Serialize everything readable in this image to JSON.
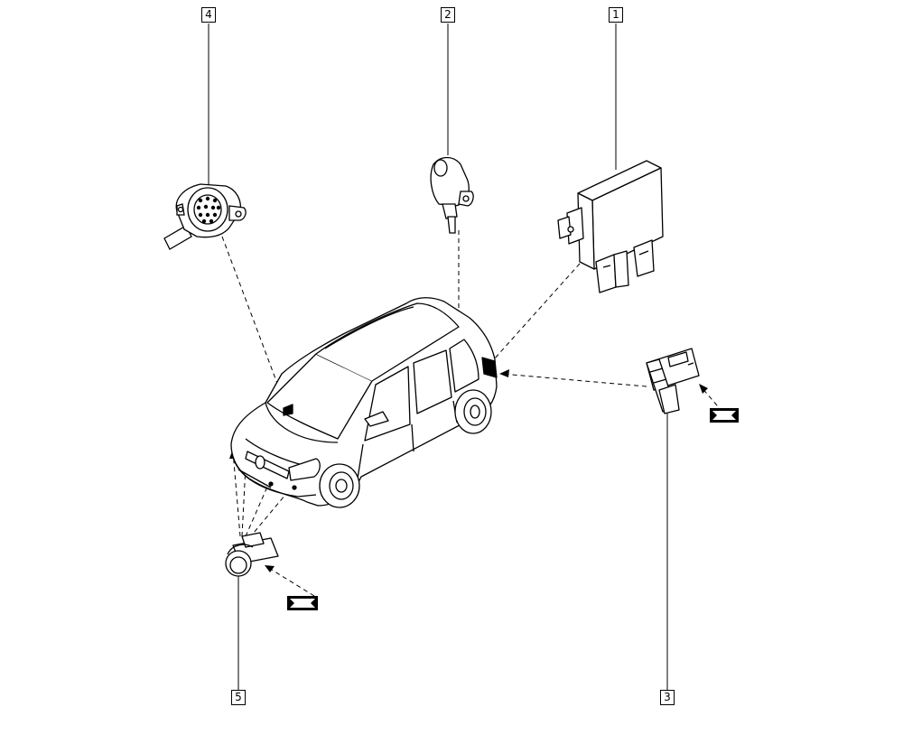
{
  "diagram": {
    "callouts": [
      {
        "id": "4",
        "label": "4"
      },
      {
        "id": "2",
        "label": "2"
      },
      {
        "id": "1",
        "label": "1"
      },
      {
        "id": "5",
        "label": "5"
      },
      {
        "id": "3",
        "label": "3"
      }
    ],
    "components": [
      {
        "ref": "1",
        "icon": "control-unit-icon"
      },
      {
        "ref": "2",
        "icon": "door-switch-icon"
      },
      {
        "ref": "3",
        "icon": "connector-sensor-icon"
      },
      {
        "ref": "4",
        "icon": "buzzer-speaker-icon"
      },
      {
        "ref": "5",
        "icon": "parking-sensor-icon"
      }
    ]
  }
}
